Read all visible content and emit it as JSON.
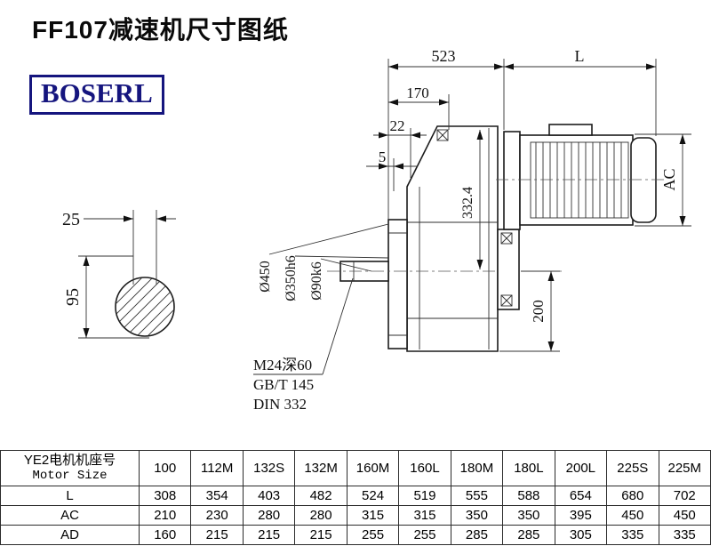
{
  "page": {
    "title": "FF107减速机尺寸图纸",
    "brand": "BOSERL"
  },
  "drawing": {
    "dims": {
      "total_length": "523",
      "motor_length": "L",
      "d170": "170",
      "d22": "22",
      "d5": "5",
      "shaft_width": "25",
      "shaft_height": "95",
      "motor_diameter": "AC",
      "d200": "200",
      "d332_4": "332.4",
      "flange_od": "Ø450",
      "spigot_dia": "Ø350h6",
      "shaft_dia": "Ø90k6"
    },
    "notes": [
      "M24深60",
      "GB/T 145",
      "DIN 332"
    ]
  },
  "table": {
    "header_cn": "YE2电机机座号",
    "header_en": "Motor Size",
    "columns": [
      "100",
      "112M",
      "132S",
      "132M",
      "160M",
      "160L",
      "180M",
      "180L",
      "200L",
      "225S",
      "225M"
    ],
    "rows": [
      {
        "label": "L",
        "values": [
          "308",
          "354",
          "403",
          "482",
          "524",
          "519",
          "555",
          "588",
          "654",
          "680",
          "702"
        ]
      },
      {
        "label": "AC",
        "values": [
          "210",
          "230",
          "280",
          "280",
          "315",
          "315",
          "350",
          "350",
          "395",
          "450",
          "450"
        ]
      },
      {
        "label": "AD",
        "values": [
          "160",
          "215",
          "215",
          "215",
          "255",
          "255",
          "285",
          "285",
          "305",
          "335",
          "335"
        ]
      }
    ]
  }
}
